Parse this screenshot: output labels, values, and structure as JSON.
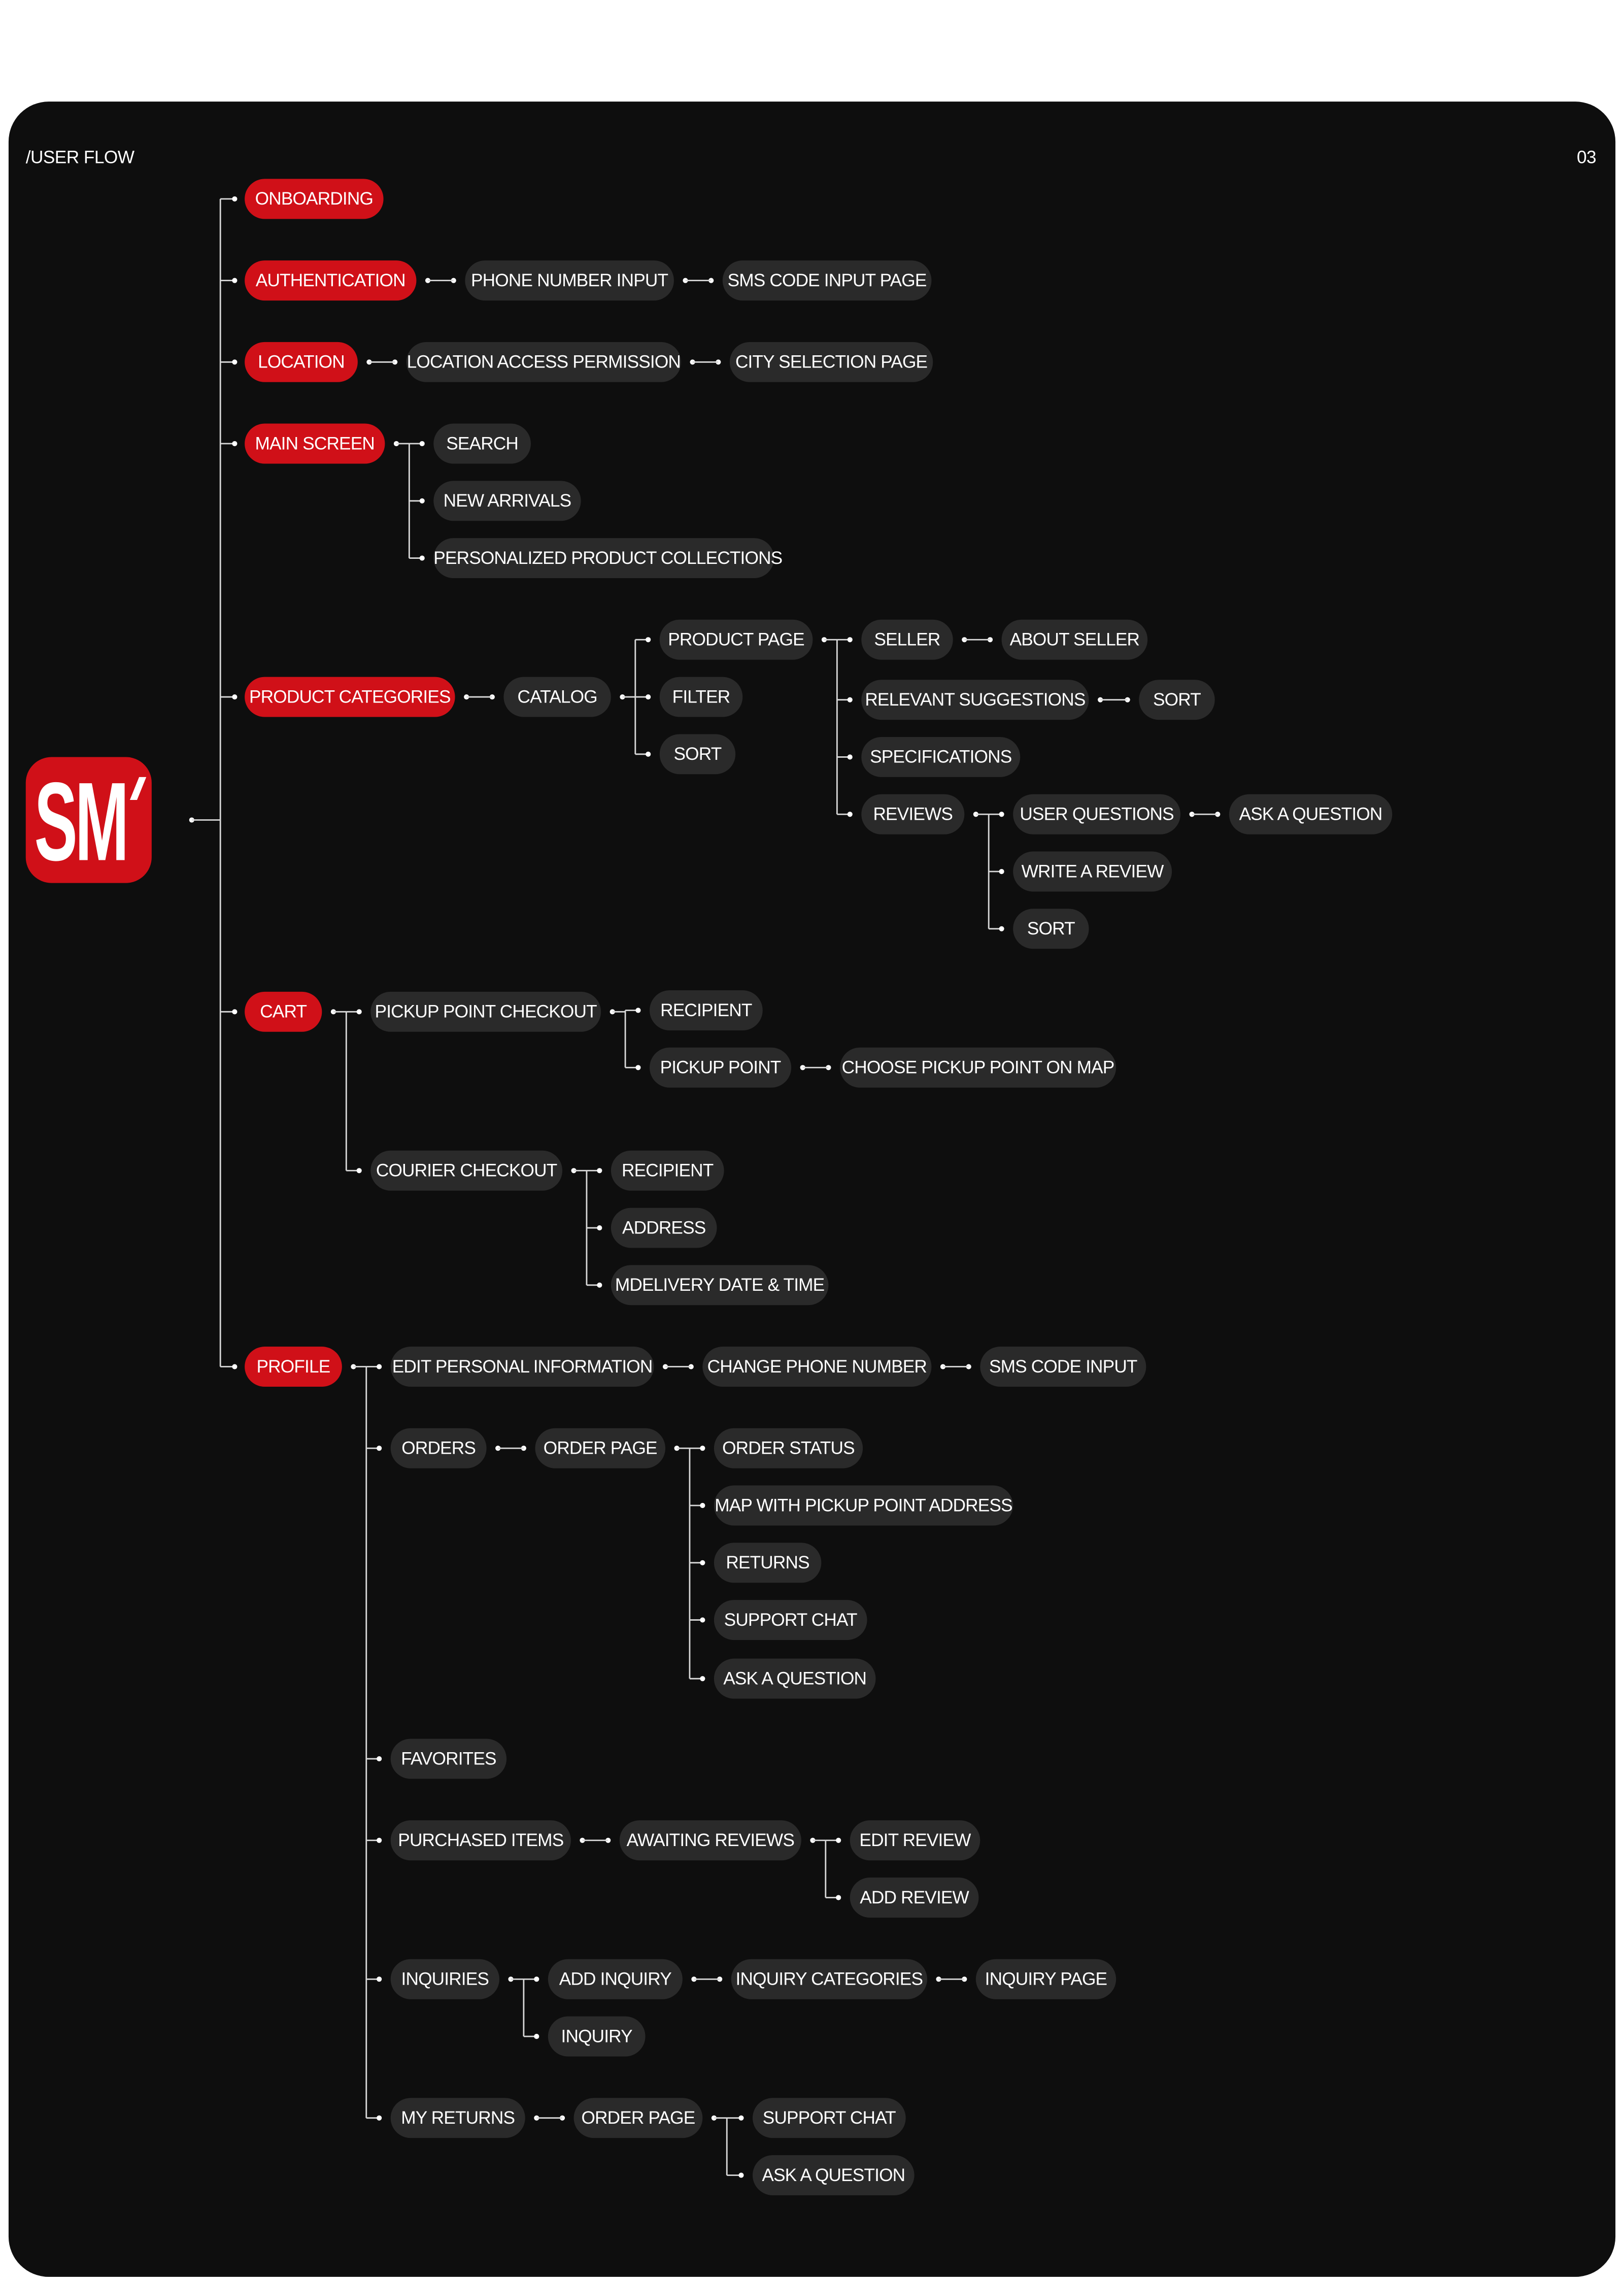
{
  "header": {
    "title": "/USER FLOW",
    "page_number": "03"
  },
  "logo": {
    "text": "SM"
  },
  "colors": {
    "background": "#0e0e0e",
    "accent": "#d01018",
    "node": "#2a2a2a",
    "line": "#d9d9d9"
  },
  "nodes": [
    {
      "label": "ONBOARDING",
      "root": true
    },
    {
      "label": "AUTHENTICATION",
      "root": true
    },
    {
      "label": "PHONE NUMBER INPUT"
    },
    {
      "label": "SMS CODE INPUT PAGE"
    },
    {
      "label": "LOCATION",
      "root": true
    },
    {
      "label": "LOCATION ACCESS PERMISSION"
    },
    {
      "label": "CITY SELECTION PAGE"
    },
    {
      "label": "MAIN SCREEN",
      "root": true
    },
    {
      "label": "SEARCH"
    },
    {
      "label": "NEW ARRIVALS"
    },
    {
      "label": "PERSONALIZED PRODUCT COLLECTIONS"
    },
    {
      "label": "PRODUCT CATEGORIES",
      "root": true
    },
    {
      "label": "CATALOG"
    },
    {
      "label": "PRODUCT PAGE"
    },
    {
      "label": "FILTER"
    },
    {
      "label": "SORT"
    },
    {
      "label": "SELLER"
    },
    {
      "label": "ABOUT SELLER"
    },
    {
      "label": "RELEVANT SUGGESTIONS"
    },
    {
      "label": "SORT"
    },
    {
      "label": "SPECIFICATIONS"
    },
    {
      "label": "REVIEWS"
    },
    {
      "label": "USER QUESTIONS"
    },
    {
      "label": "ASK A QUESTION"
    },
    {
      "label": "WRITE A REVIEW"
    },
    {
      "label": "SORT"
    },
    {
      "label": "CART",
      "root": true
    },
    {
      "label": "PICKUP POINT CHECKOUT"
    },
    {
      "label": "RECIPIENT"
    },
    {
      "label": "PICKUP POINT"
    },
    {
      "label": "CHOOSE PICKUP POINT ON MAP"
    },
    {
      "label": "COURIER CHECKOUT"
    },
    {
      "label": "RECIPIENT"
    },
    {
      "label": "ADDRESS"
    },
    {
      "label": "MDELIVERY DATE & TIME"
    },
    {
      "label": "PROFILE",
      "root": true
    },
    {
      "label": "EDIT PERSONAL INFORMATION"
    },
    {
      "label": "CHANGE PHONE NUMBER"
    },
    {
      "label": "SMS CODE INPUT"
    },
    {
      "label": "ORDERS"
    },
    {
      "label": "ORDER PAGE"
    },
    {
      "label": "ORDER STATUS"
    },
    {
      "label": "MAP WITH PICKUP POINT ADDRESS"
    },
    {
      "label": "RETURNS"
    },
    {
      "label": "SUPPORT CHAT"
    },
    {
      "label": "ASK A QUESTION"
    },
    {
      "label": "FAVORITES"
    },
    {
      "label": "PURCHASED ITEMS"
    },
    {
      "label": "AWAITING REVIEWS"
    },
    {
      "label": "EDIT REVIEW"
    },
    {
      "label": "ADD REVIEW"
    },
    {
      "label": "INQUIRIES"
    },
    {
      "label": "ADD INQUIRY"
    },
    {
      "label": "INQUIRY CATEGORIES"
    },
    {
      "label": "INQUIRY PAGE"
    },
    {
      "label": "INQUIRY"
    },
    {
      "label": "MY RETURNS"
    },
    {
      "label": "ORDER PAGE"
    },
    {
      "label": "SUPPORT CHAT"
    },
    {
      "label": "ASK A QUESTION"
    }
  ]
}
